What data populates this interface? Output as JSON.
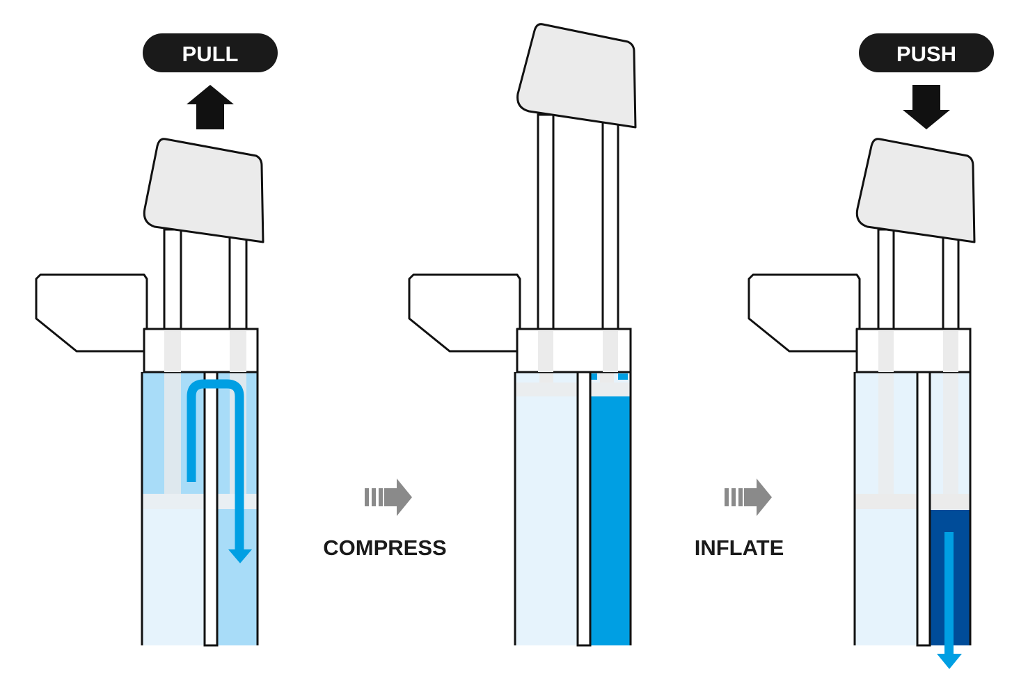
{
  "labels": {
    "pull": "PULL",
    "push": "PUSH",
    "compress": "COMPRESS",
    "inflate": "INFLATE"
  },
  "colors": {
    "outline": "#111111",
    "handle_fill": "#ebebeb",
    "chamber_light": "#e6f3fc",
    "chamber_mid": "#a8dcf8",
    "chamber_blue": "#009fe3",
    "chamber_dark": "#004c99",
    "flow_arrow": "#009fe3",
    "step_arrow": "#8a8a8a",
    "badge": "#1a1a1a",
    "badge_text": "#ffffff"
  },
  "icons": [
    "up-arrow-icon",
    "down-arrow-icon",
    "step-arrow-icon",
    "flow-arrow-icon"
  ]
}
